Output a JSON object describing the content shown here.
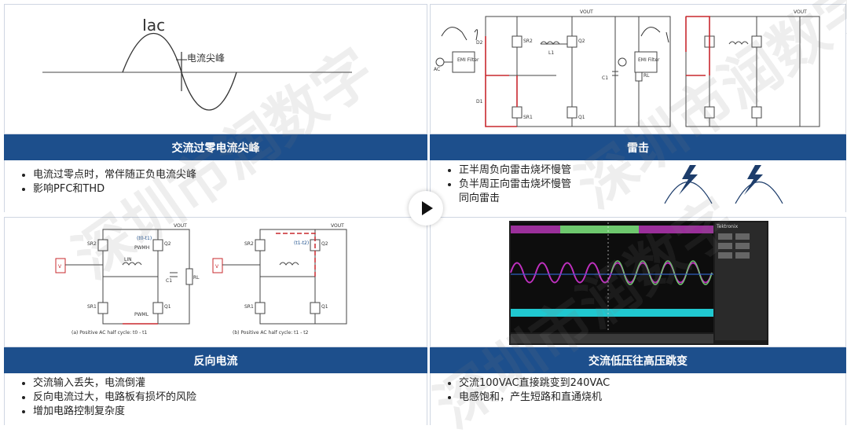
{
  "panels": [
    {
      "title": "交流过零电流尖峰",
      "figure": {
        "label_main": "Iac",
        "label_spike": "电流尖峰"
      },
      "bullets": [
        "电流过零点时，常伴随正负电流尖峰",
        "影响PFC和THD"
      ]
    },
    {
      "title": "雷击",
      "figure": {
        "vout": "VOUT",
        "emi": "EMI Filter",
        "ac": "AC",
        "labels": [
          "D2",
          "D1",
          "SR2",
          "SR1",
          "Q2",
          "Q1",
          "L1",
          "C1",
          "RL"
        ]
      },
      "bullets": [
        "正半周负向雷击烧坏慢管",
        "负半周正向雷击烧坏慢管",
        "同向雷击"
      ]
    },
    {
      "title": "反向电流",
      "figure": {
        "left_caption": "(a) Positive AC half cycle: t0 - t1",
        "right_caption": "(b) Positive AC half cycle: t1 - t2",
        "vout": "VOUT",
        "labels": [
          "SR2",
          "SR1",
          "Q2",
          "Q1",
          "LIN",
          "C1",
          "RL",
          "PWMH",
          "PWML",
          "ON",
          "(t1-t2)",
          "(t0-t1)"
        ]
      },
      "bullets": [
        "交流输入丢失，电流倒灌",
        "反向电流过大，电路板有损坏的风险",
        "增加电路控制复杂度"
      ]
    },
    {
      "title": "交流低压往高压跳变",
      "figure": {
        "scope_brand": "Tektronix"
      },
      "bullets": [
        "交流100VAC直接跳变到240VAC",
        "电感饱和，产生短路和直通烧机"
      ]
    }
  ],
  "watermark": "深圳市润数字",
  "colors": {
    "band": "#1d4f8c",
    "red": "#c8282e",
    "magenta": "#c030c0",
    "green": "#6ec86e",
    "cyan": "#20c8d0"
  }
}
